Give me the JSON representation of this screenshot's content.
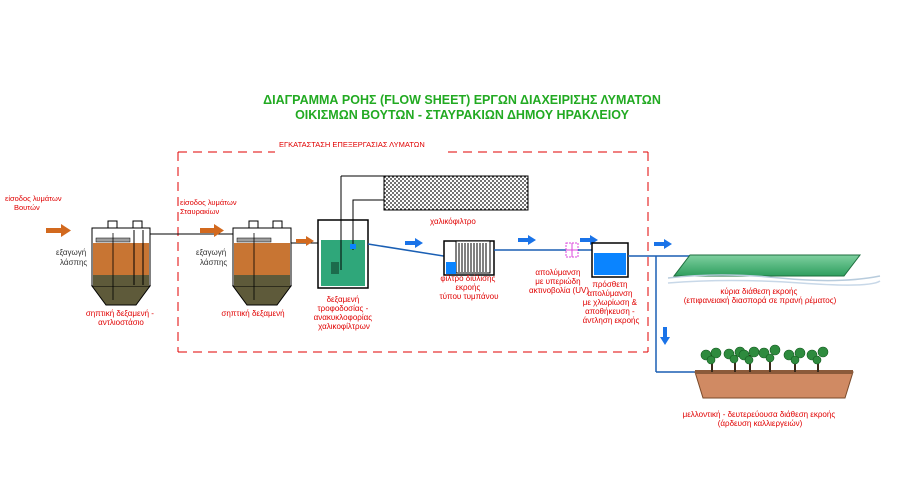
{
  "title": {
    "line1": "ΔΙΑΓΡΑΜΜΑ ΡΟΗΣ (FLOW SHEET) ΕΡΓΩΝ ΔΙΑΧΕΙΡΙΣΗΣ ΛΥΜΑΤΩΝ",
    "line2": "ΟΙΚΙΣΜΩΝ ΒΟΥΤΩΝ - ΣΤΑΥΡΑΚΙΩΝ ΔΗΜΟΥ ΗΡΑΚΛΕΙΟΥ"
  },
  "plant_boundary_label": "ΕΓΚΑΤΑΣΤΑΣΗ ΕΠΕΞΕΡΓΑΣΙΑΣ ΛΥΜΑΤΩΝ",
  "inlet_vouton": [
    "είσοδος λυμάτων",
    "Βουτών"
  ],
  "inlet_stavrakion": [
    "είσοδος λυμάτων",
    "Σταυρακίων"
  ],
  "sludge_out_1": [
    "εξαγωγή",
    "λάσπης"
  ],
  "sludge_out_2": [
    "εξαγωγή",
    "λάσπης"
  ],
  "septic_tank_1": [
    "σηπτική δεξαμενή -",
    "αντλιοστάσιο"
  ],
  "septic_tank_2": [
    "σηπτική δεξαμενή"
  ],
  "feed_tank": [
    "δεξαμενή",
    "τροφοδοσίας -",
    "ανακυκλοφορίας",
    "χαλικοφίλτρων"
  ],
  "gravel_filter": "χαλικόφιλτρο",
  "drum_filter": [
    "φίλτρο διύλισης",
    "εκροής",
    "τύπου τυμπάνου"
  ],
  "uv": [
    "απολύμανση",
    "με υπεριώδη",
    "ακτινοβολία (UV)"
  ],
  "chlorination": [
    "πρόσθετη",
    "απολύμανση",
    "με χλωρίωση &",
    "αποθήκευση -",
    "άντληση εκροής"
  ],
  "main_disposal": [
    "κύρια διάθεση εκροής",
    "(επιφανειακή διασπορά σε πρανή ρέματος)"
  ],
  "future_disposal": [
    "μελλοντική - δευτερεύουσα διάθεση εκροής",
    "(άρδευση καλλιεργειών)"
  ],
  "colors": {
    "title": "#22aa22",
    "labels": "#e00000",
    "boundary": "#e00000",
    "sludge": "#c87533",
    "sludge_dark": "#5e5a3a",
    "water": "#0a84ff",
    "flow_arrow": "#1a73e8",
    "inlet_arrow": "#d2691e",
    "feed_tank": "#2fa77a",
    "disposal_field": "#3cb371",
    "planter": "#d08a63",
    "uv_box": "#dd44dd"
  }
}
